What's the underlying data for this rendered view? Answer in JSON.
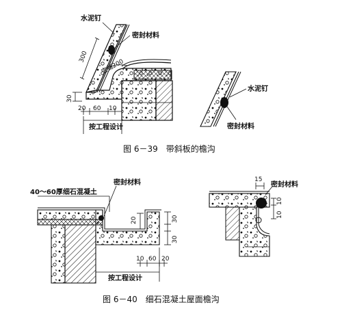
{
  "figure1": {
    "caption": "图 6－39　带斜板的檐沟",
    "labels": {
      "nail": "水泥钉",
      "seal": "密封材料",
      "empty_lay": "空铺200",
      "design": "按工程设计"
    },
    "dims": {
      "d300": "300",
      "d30": "30",
      "d20": "20",
      "d60": "60",
      "d10": "10"
    },
    "detail_labels": {
      "nail": "水泥钉",
      "seal": "密封材料"
    }
  },
  "figure2": {
    "caption": "图 6－40　细石混凝土屋面檐沟",
    "labels": {
      "concrete": "40～60厚细石混凝土",
      "seal": "密封材料",
      "design": "按工程设计"
    },
    "dims": {
      "d20": "20",
      "d30a": "30",
      "d30b": "30",
      "d10": "10",
      "d60": "60",
      "d20b": "20"
    },
    "detail_labels": {
      "d15": "15",
      "seal": "密封材料",
      "d10a": "10",
      "d10b": "10"
    }
  },
  "colors": {
    "ink": "#111111",
    "paper": "#ffffff"
  }
}
